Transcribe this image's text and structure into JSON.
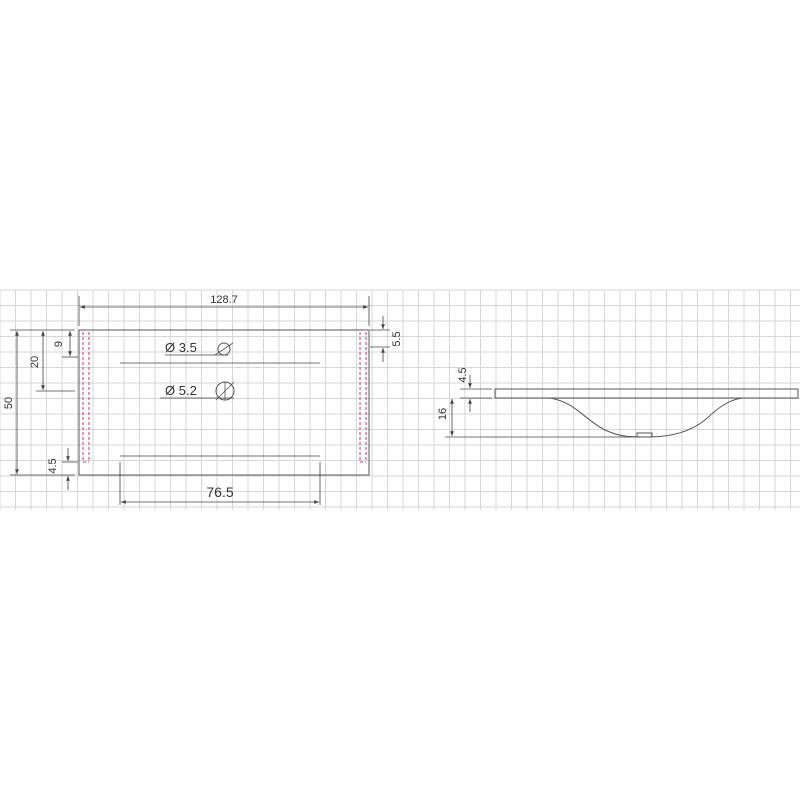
{
  "front_view": {
    "width_label": "128.7",
    "height_label": "50",
    "offset_20_label": "20",
    "offset_9_label": "9",
    "edge_5_5_label": "5.5",
    "edge_4_5_label": "4.5",
    "inner_width_label": "76.5",
    "hole_small": {
      "symbol": "Ø",
      "size": "3.5"
    },
    "hole_large": {
      "symbol": "Ø",
      "size": "5.2"
    }
  },
  "side_view": {
    "thickness_label": "4.5",
    "depth_label": "16"
  },
  "colors": {
    "grid": "#d6d6d6",
    "outline": "#555555",
    "hidden_line": "#cc3355",
    "text": "#333333"
  }
}
